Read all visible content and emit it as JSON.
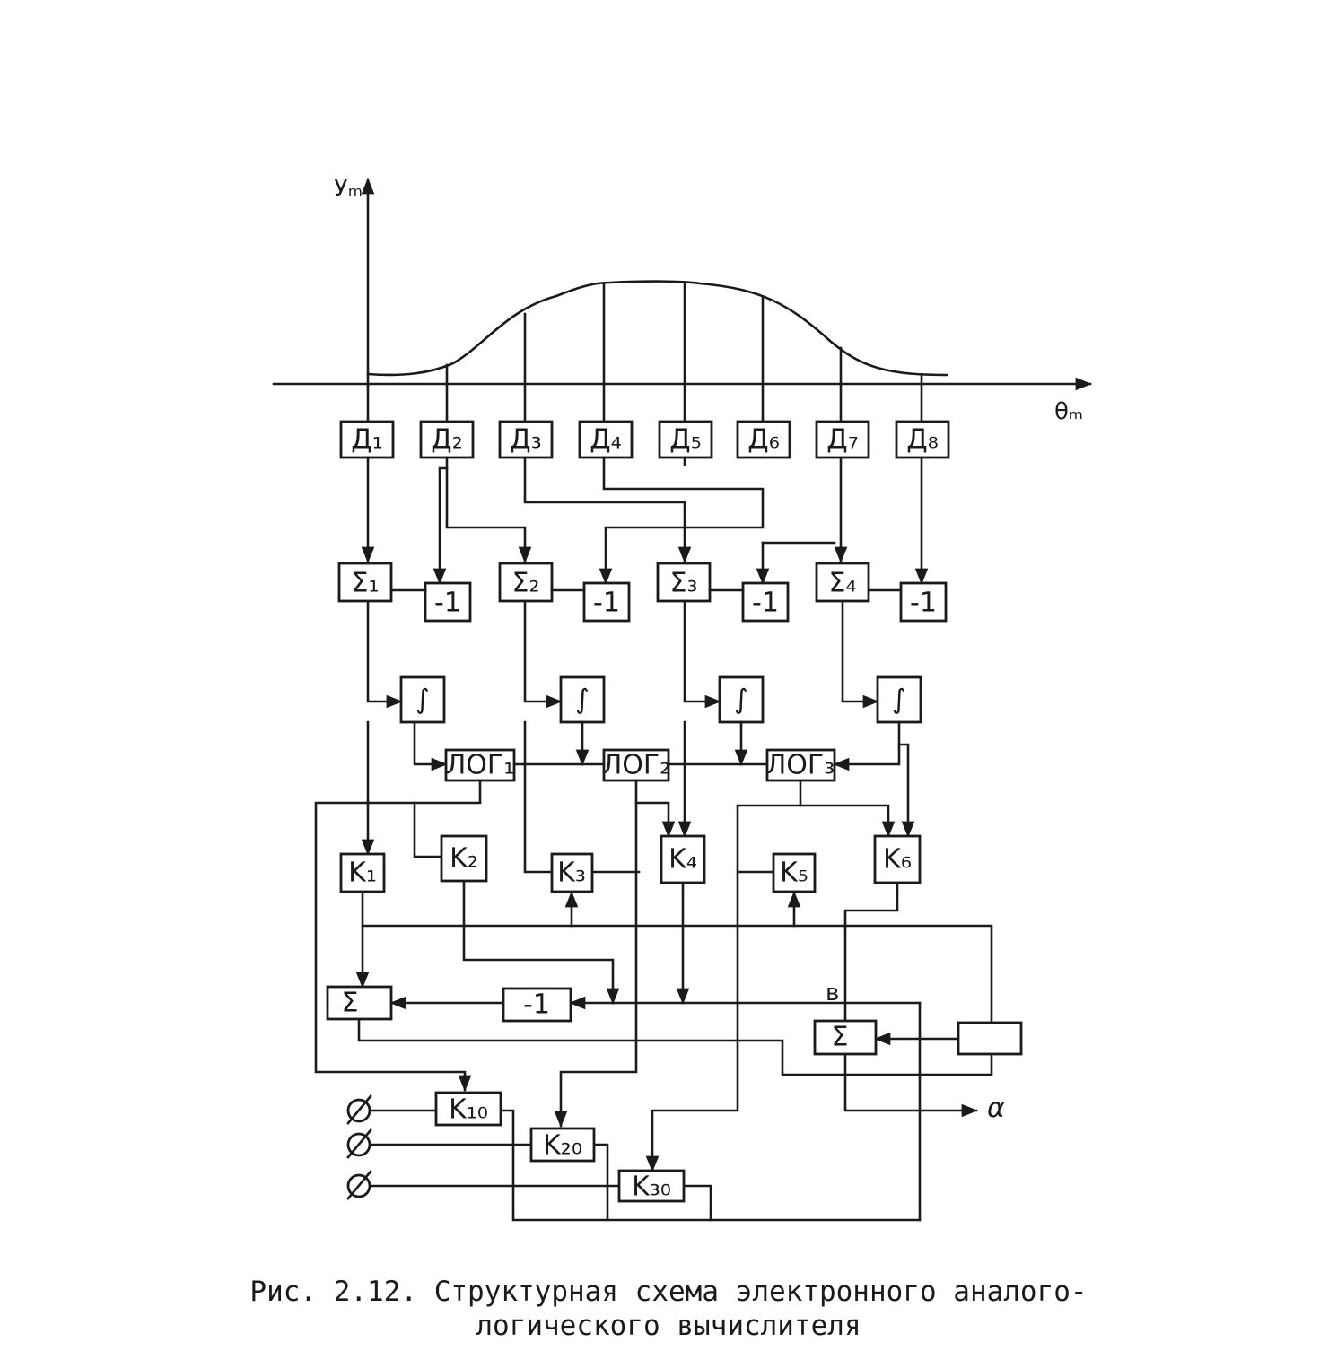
{
  "axes": {
    "y_label": "Уₘ",
    "x_label": "θₘ"
  },
  "blocks": {
    "d": [
      "Д₁",
      "Д₂",
      "Д₃",
      "Д₄",
      "Д₅",
      "Д₆",
      "Д₇",
      "Д₈"
    ],
    "sum": [
      "Σ₁",
      "Σ₂",
      "Σ₃",
      "Σ₄"
    ],
    "neg": [
      "-1",
      "-1",
      "-1",
      "-1"
    ],
    "integ": [
      "∫",
      "∫",
      "∫",
      "∫"
    ],
    "log": [
      "ЛОГ₁",
      "ЛОГ₂",
      "ЛОГ₃"
    ],
    "k": [
      "K₁",
      "K₂",
      "K₃",
      "K₄",
      "K₅",
      "K₆"
    ],
    "sum_main": "Σ",
    "neg_main": "-1",
    "sum_out": "Σ",
    "b_label": "в",
    "alpha_label": "α",
    "kout": [
      "K₁₀",
      "K₂₀",
      "K₃₀"
    ]
  },
  "caption": {
    "line1": "Рис. 2.12. Структурная схема электронного аналого-",
    "line2": "логического вычислителя"
  }
}
